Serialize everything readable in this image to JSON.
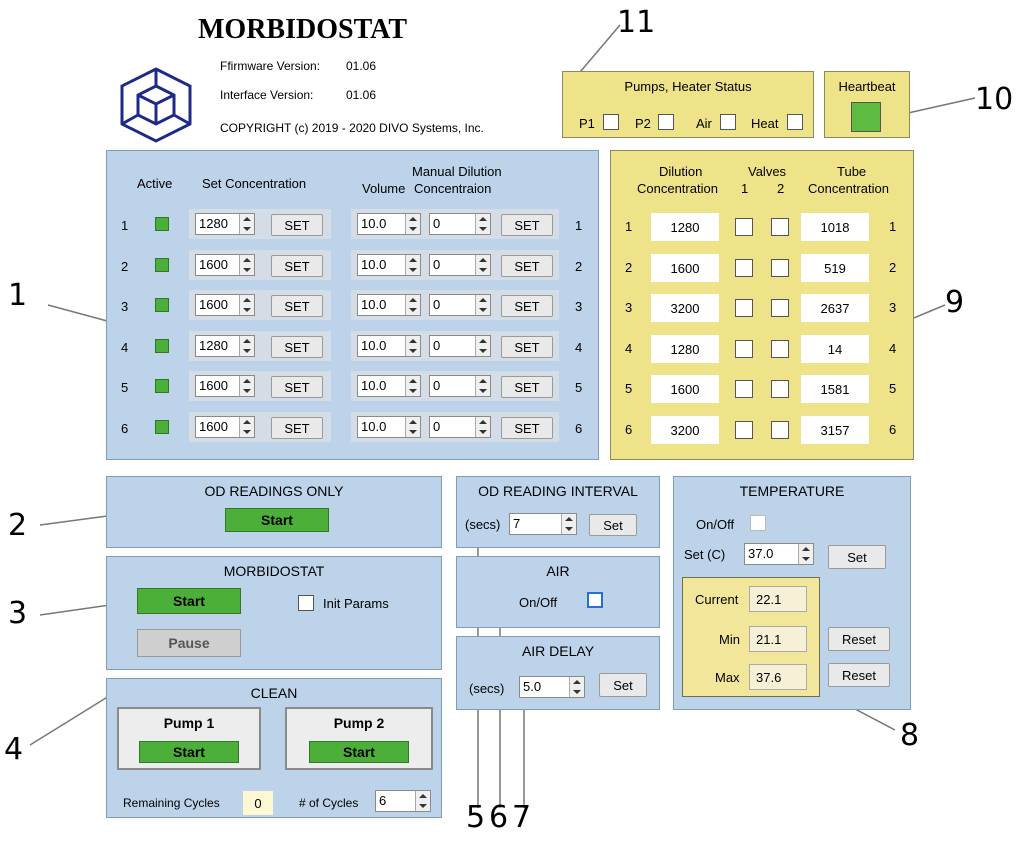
{
  "header": {
    "title": "MORBIDOSTAT",
    "firmware_label": "Ffirmware Version:",
    "firmware_value": "01.06",
    "interface_label": "Interface Version:",
    "interface_value": "01.06",
    "copyright": "COPYRIGHT (c) 2019 - 2020 DIVO Systems, Inc."
  },
  "pumps_status": {
    "title": "Pumps, Heater Status",
    "items": [
      "P1",
      "P2",
      "Air",
      "Heat"
    ]
  },
  "heartbeat": {
    "title": "Heartbeat",
    "color": "#5dbb3f"
  },
  "chambers": {
    "headers": {
      "active": "Active",
      "set_conc": "Set Concentration",
      "manual": "Manual Dilution",
      "volume": "Volume",
      "concentration": "Concentraion"
    },
    "set_label": "SET",
    "rows": [
      {
        "n": "1",
        "conc": "1280",
        "vol": "10.0",
        "mconc": "0"
      },
      {
        "n": "2",
        "conc": "1600",
        "vol": "10.0",
        "mconc": "0"
      },
      {
        "n": "3",
        "conc": "1600",
        "vol": "10.0",
        "mconc": "0"
      },
      {
        "n": "4",
        "conc": "1280",
        "vol": "10.0",
        "mconc": "0"
      },
      {
        "n": "5",
        "conc": "1600",
        "vol": "10.0",
        "mconc": "0"
      },
      {
        "n": "6",
        "conc": "1600",
        "vol": "10.0",
        "mconc": "0"
      }
    ]
  },
  "tubes": {
    "headers": {
      "dilution": "Dilution",
      "dilution2": "Concentration",
      "valves": "Valves",
      "v1": "1",
      "v2": "2",
      "tube": "Tube",
      "tube2": "Concentration"
    },
    "rows": [
      {
        "n": "1",
        "dil": "1280",
        "tube": "1018"
      },
      {
        "n": "2",
        "dil": "1600",
        "tube": "519"
      },
      {
        "n": "3",
        "dil": "3200",
        "tube": "2637"
      },
      {
        "n": "4",
        "dil": "1280",
        "tube": "14"
      },
      {
        "n": "5",
        "dil": "1600",
        "tube": "1581"
      },
      {
        "n": "6",
        "dil": "3200",
        "tube": "3157"
      }
    ]
  },
  "od_only": {
    "title": "OD READINGS ONLY",
    "start": "Start"
  },
  "morbidostat": {
    "title": "MORBIDOSTAT",
    "start": "Start",
    "pause": "Pause",
    "init": "Init Params"
  },
  "clean": {
    "title": "CLEAN",
    "pump1": "Pump 1",
    "pump2": "Pump 2",
    "start": "Start",
    "remaining_label": "Remaining Cycles",
    "remaining_value": "0",
    "cycles_label": "# of Cycles",
    "cycles_value": "6"
  },
  "od_interval": {
    "title": "OD READING INTERVAL",
    "unit": "(secs)",
    "value": "7",
    "set": "Set"
  },
  "air": {
    "title": "AIR",
    "onoff": "On/Off"
  },
  "air_delay": {
    "title": "AIR DELAY",
    "unit": "(secs)",
    "value": "5.0",
    "set": "Set"
  },
  "temperature": {
    "title": "TEMPERATURE",
    "onoff": "On/Off",
    "set_label": "Set (C)",
    "set_value": "37.0",
    "set": "Set",
    "current_label": "Current",
    "current_value": "22.1",
    "min_label": "Min",
    "min_value": "21.1",
    "max_label": "Max",
    "max_value": "37.6",
    "reset": "Reset"
  },
  "callouts": [
    "1",
    "2",
    "3",
    "4",
    "5",
    "6",
    "7",
    "8",
    "9",
    "10",
    "11"
  ]
}
